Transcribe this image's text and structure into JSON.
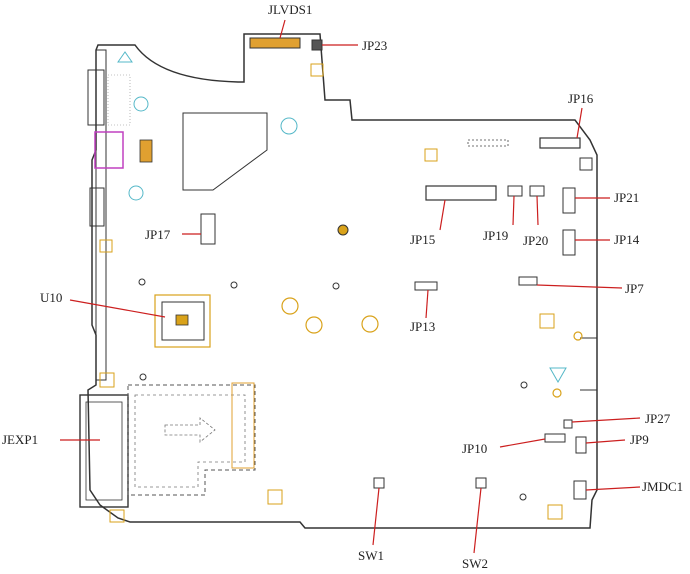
{
  "colors": {
    "board_outline": "#333333",
    "leader_line": "#cc1f1f",
    "mount_hole": "#d9a21a",
    "mount_hole_cyan": "#55b8c8",
    "connector": "#333333",
    "magenta_part": "#c040c0",
    "orange_part": "#e0a030"
  },
  "labels": {
    "JLVDS1": "JLVDS1",
    "JP23": "JP23",
    "JP16": "JP16",
    "JP21": "JP21",
    "JP14": "JP14",
    "JP17": "JP17",
    "JP15": "JP15",
    "JP19": "JP19",
    "JP20": "JP20",
    "JP7": "JP7",
    "U10": "U10",
    "JP13": "JP13",
    "JP27": "JP27",
    "JP10": "JP10",
    "JP9": "JP9",
    "JEXP1": "JEXP1",
    "JMDC1": "JMDC1",
    "SW1": "SW1",
    "SW2": "SW2"
  }
}
